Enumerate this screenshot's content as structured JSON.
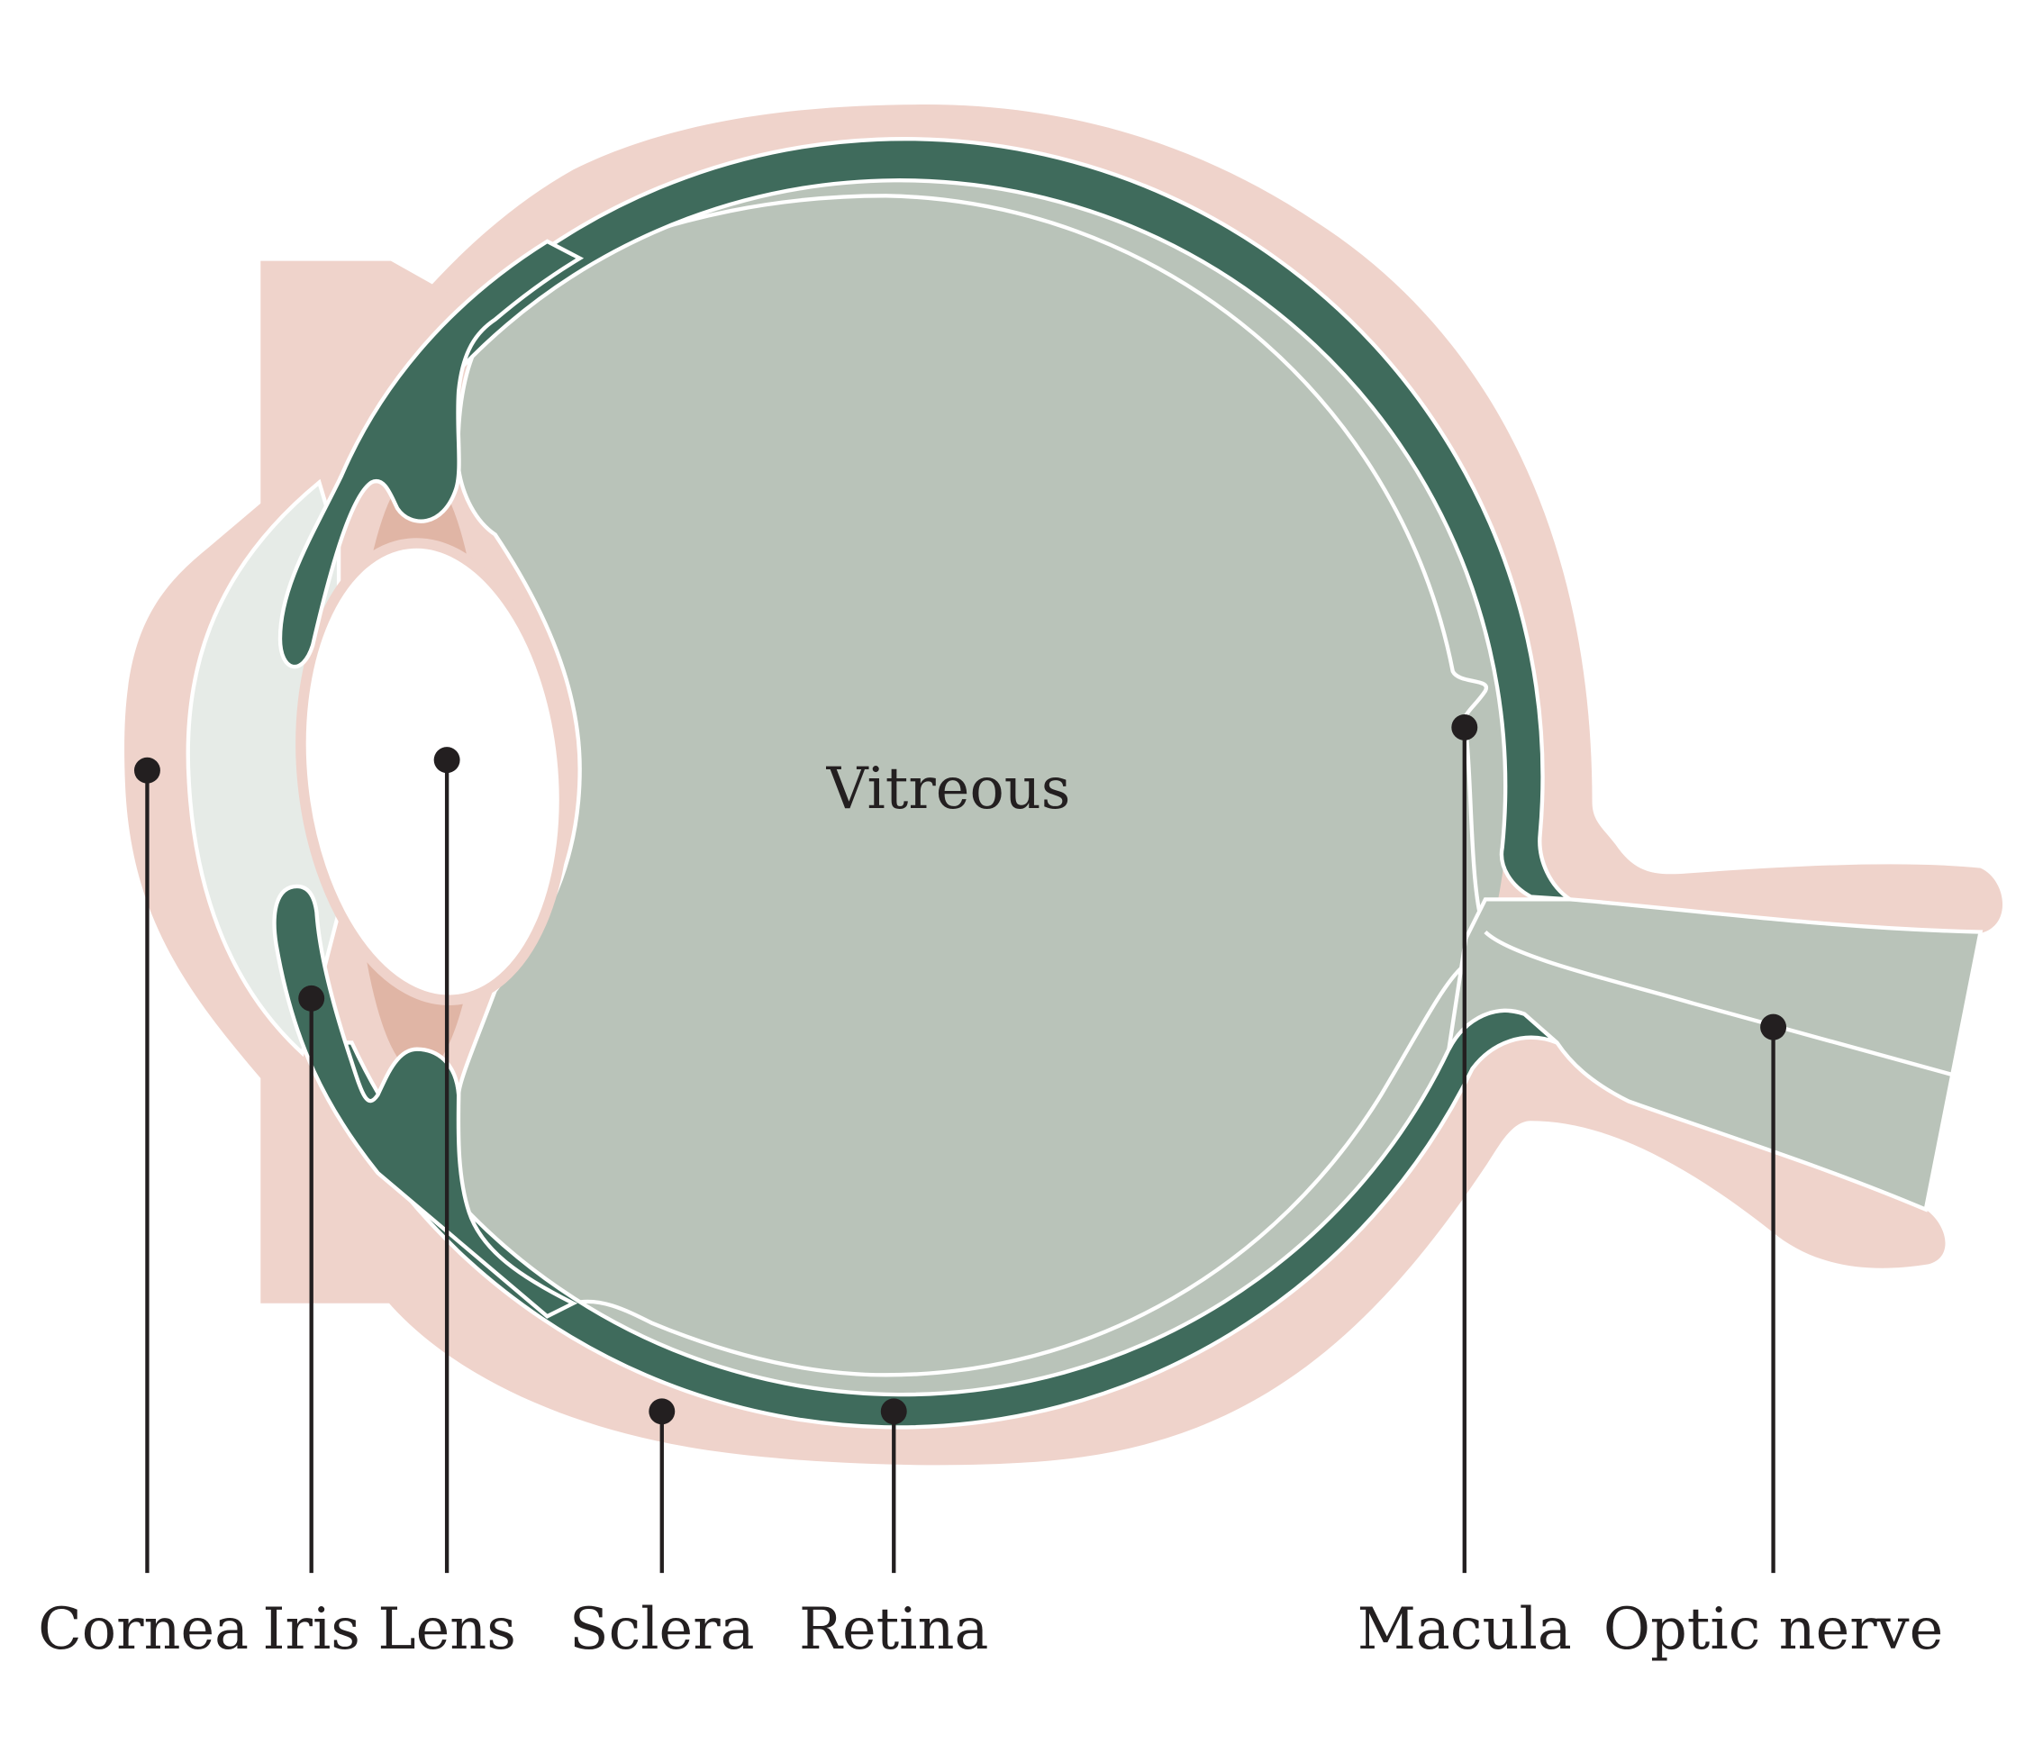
{
  "diagram": {
    "center_label": "Vitreous",
    "labels": [
      {
        "id": "cornea",
        "text": "Cornea"
      },
      {
        "id": "iris",
        "text": "Iris"
      },
      {
        "id": "lens",
        "text": "Lens"
      },
      {
        "id": "sclera",
        "text": "Sclera"
      },
      {
        "id": "retina",
        "text": "Retina"
      },
      {
        "id": "macula",
        "text": "Macula"
      },
      {
        "id": "optic-nerve",
        "text": "Optic nerve"
      }
    ],
    "colors": {
      "sclera": "#efd3cb",
      "choroid": "#3f6b5c",
      "vitreous": "#b9c3b9",
      "cornea": "#e6ebe7",
      "ciliary": "#e0b5a5",
      "ink": "#231f20"
    }
  }
}
